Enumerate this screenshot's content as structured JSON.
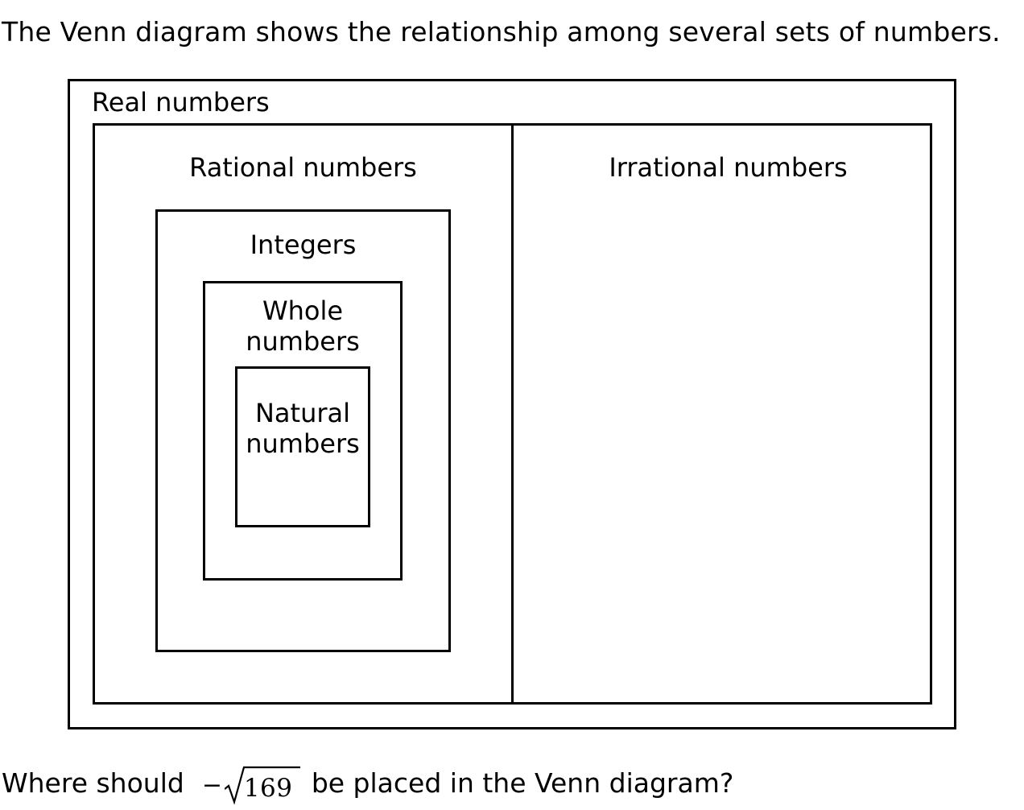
{
  "intro_text": "The Venn diagram shows the relationship among several sets of numbers.",
  "diagram": {
    "real_label": "Real numbers",
    "rational_label": "Rational numbers",
    "irrational_label": "Irrational numbers",
    "integers_label": "Integers",
    "whole_label_line1": "Whole",
    "whole_label_line2": "numbers",
    "natural_label_line1": "Natural",
    "natural_label_line2": "numbers"
  },
  "question": {
    "before": "Where should",
    "negative_sign": "−",
    "radicand": "169",
    "after": "be placed in the Venn diagram?"
  }
}
